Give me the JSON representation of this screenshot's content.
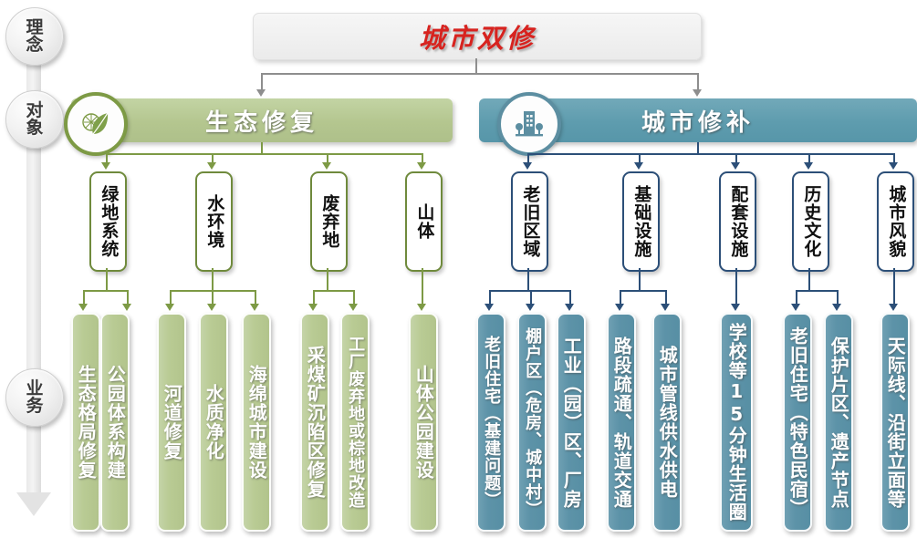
{
  "title": {
    "text": "城市双修"
  },
  "rail": {
    "levels": [
      {
        "id": "concept",
        "label_a": "理",
        "label_b": "念"
      },
      {
        "id": "object",
        "label_a": "对",
        "label_b": "象"
      },
      {
        "id": "business",
        "label_a": "业",
        "label_b": "务"
      }
    ]
  },
  "branches": [
    {
      "id": "eco",
      "label": "生态修复",
      "icon": "leaf-icon",
      "color": "#b4c68f",
      "border_color": "#7d9a45",
      "categories": [
        {
          "label": "绿地系统",
          "items": [
            "生态格局修复",
            "公园体系构建"
          ]
        },
        {
          "label": "水环境",
          "items": [
            "河道修复",
            "水质净化",
            "海绵城市建设"
          ]
        },
        {
          "label": "废弃地",
          "items": [
            "采煤矿沉陷区修复",
            "工厂废弃地或棕地改造"
          ]
        },
        {
          "label": "山体",
          "items": [
            "山体公园建设"
          ]
        }
      ]
    },
    {
      "id": "city",
      "label": "城市修补",
      "icon": "building-icon",
      "color": "#5e9cae",
      "border_color": "#2c4f78",
      "categories": [
        {
          "label": "老旧区域",
          "items": [
            "老旧住宅（基建问题）",
            "棚户区（危房、城中村）",
            "工业（园）区、厂房"
          ]
        },
        {
          "label": "基础设施",
          "items": [
            "路段疏通、轨道交通",
            "城市管线供水供电"
          ]
        },
        {
          "label": "配套设施",
          "items": [
            "学校等15分钟生活圈"
          ]
        },
        {
          "label": "历史文化",
          "items": [
            "老旧住宅（特色民宿）",
            "保护片区、遗产节点"
          ]
        },
        {
          "label": "城市风貌",
          "items": [
            "天际线、沿街立面等"
          ]
        }
      ]
    }
  ]
}
